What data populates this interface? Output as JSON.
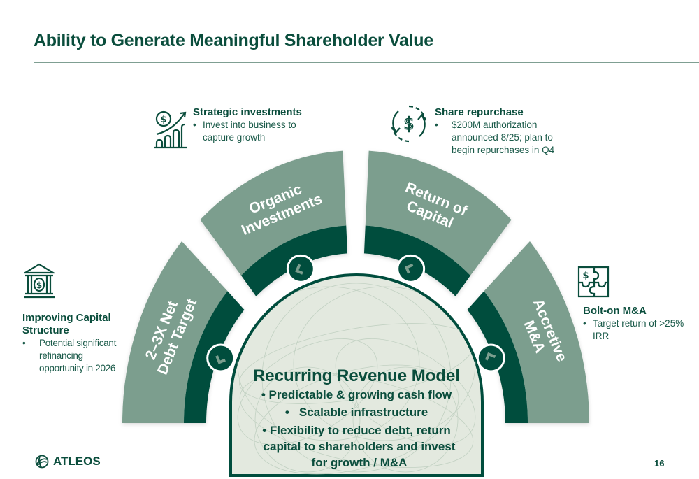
{
  "title": "Ability to Generate Meaningful Shareholder Value",
  "colors": {
    "brand_dark": "#004d3d",
    "segment_light": "#7b9e8e",
    "center_fill": "#e3e9df",
    "text": "#0a4d3c"
  },
  "segments": [
    {
      "label_lines": [
        "2–3X Net",
        "Debt Target"
      ]
    },
    {
      "label_lines": [
        "Organic",
        "Investments"
      ]
    },
    {
      "label_lines": [
        "Return of",
        "Capital"
      ]
    },
    {
      "label_lines": [
        "Accretive",
        "M&A"
      ]
    }
  ],
  "center": {
    "title": "Recurring Revenue Model",
    "lines": [
      "• Predictable & growing cash flow",
      "•   Scalable infrastructure",
      "• Flexibility to reduce debt, return",
      "capital to shareholders and invest",
      "for growth / M&A"
    ]
  },
  "callouts": {
    "capital_structure": {
      "icon": "bank-dollar-icon",
      "heading_lines": [
        "Improving Capital",
        "Structure"
      ],
      "bullets": [
        "Potential significant refinancing opportunity in 2026"
      ]
    },
    "strategic": {
      "icon": "growth-chart-dollar-icon",
      "heading": "Strategic investments",
      "bullets": [
        "Invest into business to capture growth"
      ]
    },
    "repurchase": {
      "icon": "cycle-dollar-icon",
      "heading": "Share repurchase",
      "bullets": [
        "$200M authorization announced 8/25; plan to begin repurchases in Q4"
      ]
    },
    "bolt_on": {
      "icon": "puzzle-dollar-icon",
      "heading": "Bolt-on M&A",
      "bullets": [
        "Target return of >25% IRR"
      ]
    }
  },
  "footer": {
    "logo_text": "ATLEOS",
    "page_number": "16"
  }
}
